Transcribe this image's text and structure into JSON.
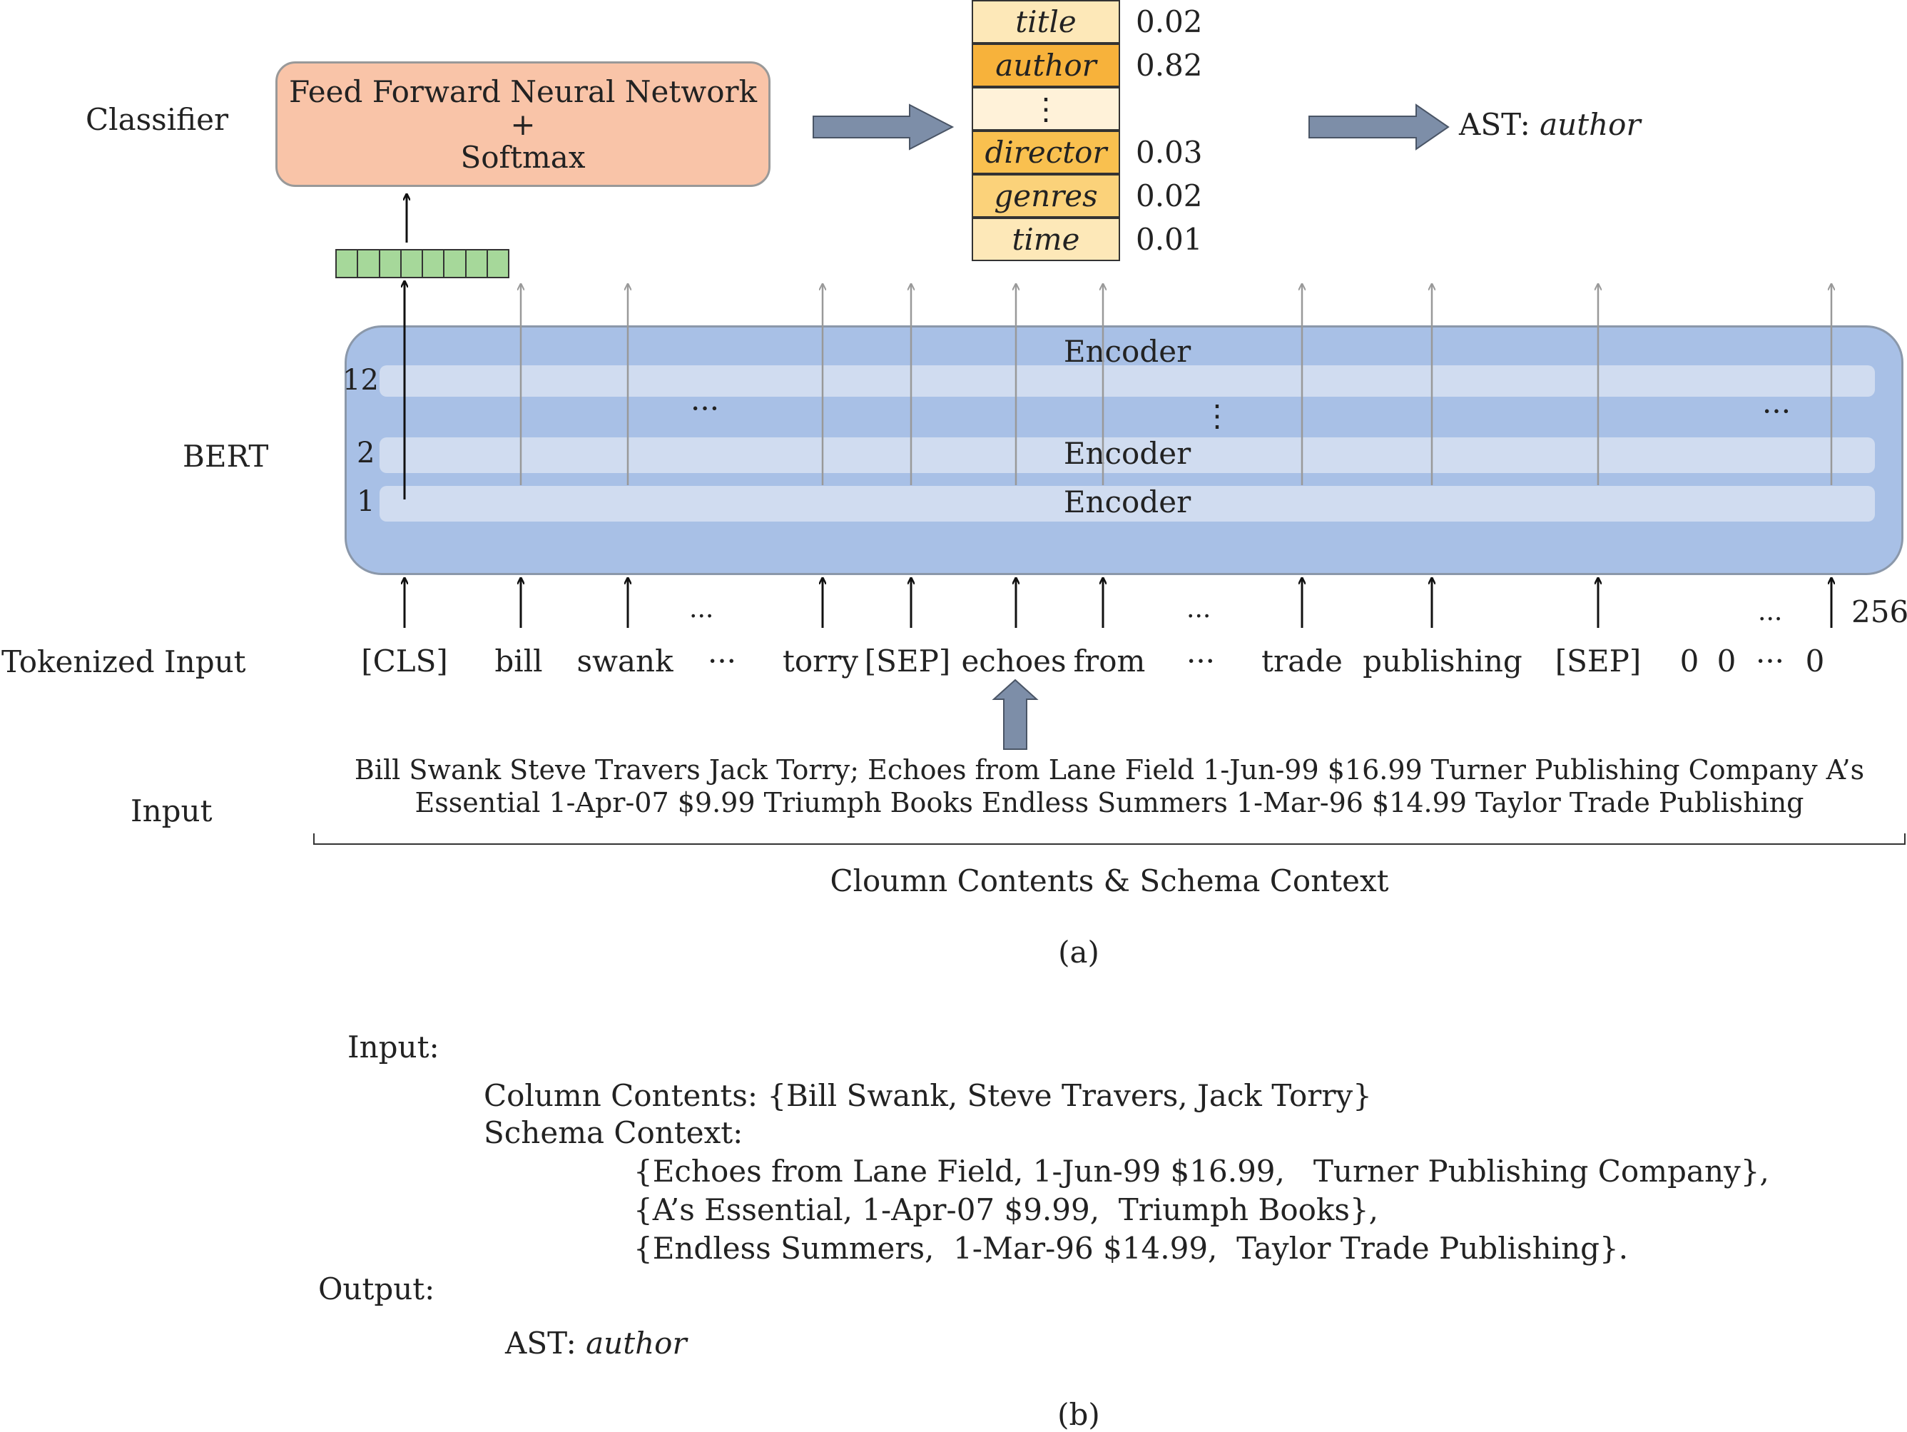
{
  "row_labels": {
    "classifier": "Classifier",
    "bert": "BERT",
    "tokenized_input": "Tokenized Input",
    "input": "Input"
  },
  "classifier_box": {
    "line1": "Feed Forward Neural Network",
    "line2": "+",
    "line3": "Softmax"
  },
  "class_table": [
    {
      "label": "title",
      "prob": "0.02"
    },
    {
      "label": "author",
      "prob": "0.82"
    },
    {
      "label": "⋮",
      "prob": ""
    },
    {
      "label": "director",
      "prob": "0.03"
    },
    {
      "label": "genres",
      "prob": "0.02"
    },
    {
      "label": "time",
      "prob": "0.01"
    }
  ],
  "result": {
    "prefix": "AST:",
    "value": "author"
  },
  "bert": {
    "top_encoder": "Encoder",
    "encoder_2": "Encoder",
    "encoder_1": "Encoder",
    "layer_12": "12",
    "layer_2": "2",
    "layer_1": "1",
    "vdots": "⋮",
    "hdots": "···",
    "seq_len": "256"
  },
  "tokens": [
    "[CLS]",
    "bill",
    "swank",
    "···",
    "torry",
    "[SEP]",
    "echoes",
    "from",
    "···",
    "trade",
    "publishing",
    "[SEP]",
    "0",
    "0",
    "···",
    "0"
  ],
  "token_dots_above": "...",
  "input_text": {
    "line1": "Bill Swank Steve Travers Jack Torry; Echoes from Lane Field 1-Jun-99 $16.99 Turner Publishing Company A’s",
    "line2": "Essential 1-Apr-07 $9.99 Triumph Books Endless Summers 1-Mar-96 $14.99 Taylor Trade Publishing"
  },
  "brace_label": "Cloumn Contents & Schema Context",
  "caption_a": "(a)",
  "part_b": {
    "input_label": "Input:",
    "column_contents": "Column Contents: {Bill Swank, Steve Travers, Jack Torry}",
    "schema_context": "Schema Context:",
    "schema_line1": "{Echoes from Lane Field, 1-Jun-99 $16.99,   Turner Publishing Company},",
    "schema_line2": "{A’s Essential, 1-Apr-07 $9.99,  Triumph Books},",
    "schema_line3": "{Endless Summers,  1-Mar-96 $14.99,  Taylor Trade Publishing}.",
    "output_label": "Output:",
    "output_prefix": "AST:",
    "output_value": "author"
  },
  "caption_b": "(b)",
  "colors": {
    "classifier_fill": "#f9c4a8",
    "bert_fill": "#a8c0e6",
    "layer_fill": "#d0dcf0",
    "highlight_cell": "#f7b23b",
    "light_cell": "#fde8b8",
    "lighter_cell": "#fff2d9",
    "embedding_fill": "#a6d89a",
    "block_arrow": "#7d8ea8"
  }
}
